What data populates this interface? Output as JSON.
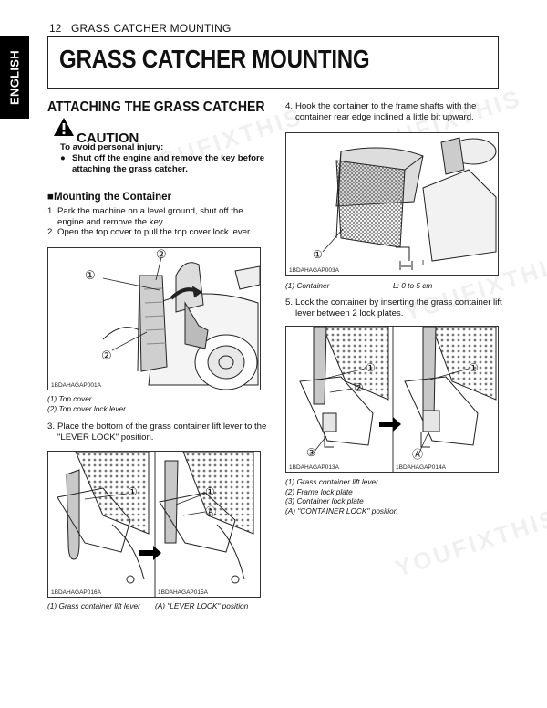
{
  "header": {
    "page_number": "12",
    "running_title": "GRASS CATCHER MOUNTING"
  },
  "side_tab": {
    "label": "ENGLISH"
  },
  "title": "GRASS CATCHER MOUNTING",
  "section_title": "ATTACHING THE GRASS CATCHER",
  "caution": {
    "word": "CAUTION",
    "intro": "To avoid personal injury:",
    "bullet_line1": "Shut off the engine and remove the key before",
    "bullet_line2": "attaching the grass catcher."
  },
  "subsection": "■Mounting the Container",
  "steps": {
    "s1": {
      "num": "1.",
      "line1": "Park the machine on a level ground, shut off the",
      "line2": "engine and remove the key."
    },
    "s2": {
      "num": "2.",
      "line1": "Open the top cover to pull the top cover lock lever."
    },
    "s3": {
      "num": "3.",
      "line1": "Place the bottom of the grass container lift lever to the",
      "line2": "\"LEVER LOCK\" position."
    },
    "s4": {
      "num": "4.",
      "line1": "Hook the container to the frame shafts with the",
      "line2": "container rear edge inclined a little bit upward."
    },
    "s5": {
      "num": "5.",
      "line1": "Lock the container by inserting the grass container lift",
      "line2": "lever between 2 lock plates."
    }
  },
  "figures": {
    "f1": {
      "id": "1BDAHAGAP001A",
      "c1": "①",
      "c2": "②"
    },
    "f2": {
      "id_left": "1BDAHAGAP016A",
      "id_right": "1BDAHAGAP015A",
      "c1": "①",
      "cA": "Ⓐ"
    },
    "f3": {
      "id": "1BDAHAGAP003A",
      "c1": "①",
      "L": "L"
    },
    "f4": {
      "id_left": "1BDAHAGAP013A",
      "id_right": "1BDAHAGAP014A",
      "c1": "①",
      "c2": "②",
      "c3": "③",
      "cA": "Ⓐ"
    }
  },
  "captions": {
    "f1": [
      "(1) Top cover",
      "(2) Top cover lock lever"
    ],
    "f2_left": "(1) Grass container lift lever",
    "f2_right": "(A) \"LEVER LOCK\" position",
    "f3_left": "(1) Container",
    "f3_right": "L: 0 to 5 cm",
    "f4": [
      "(1) Grass container lift lever",
      "(2) Frame lock plate",
      "(3) Container lock plate",
      "(A) \"CONTAINER LOCK\" position"
    ]
  },
  "watermark": "YOUFIXTHIS"
}
